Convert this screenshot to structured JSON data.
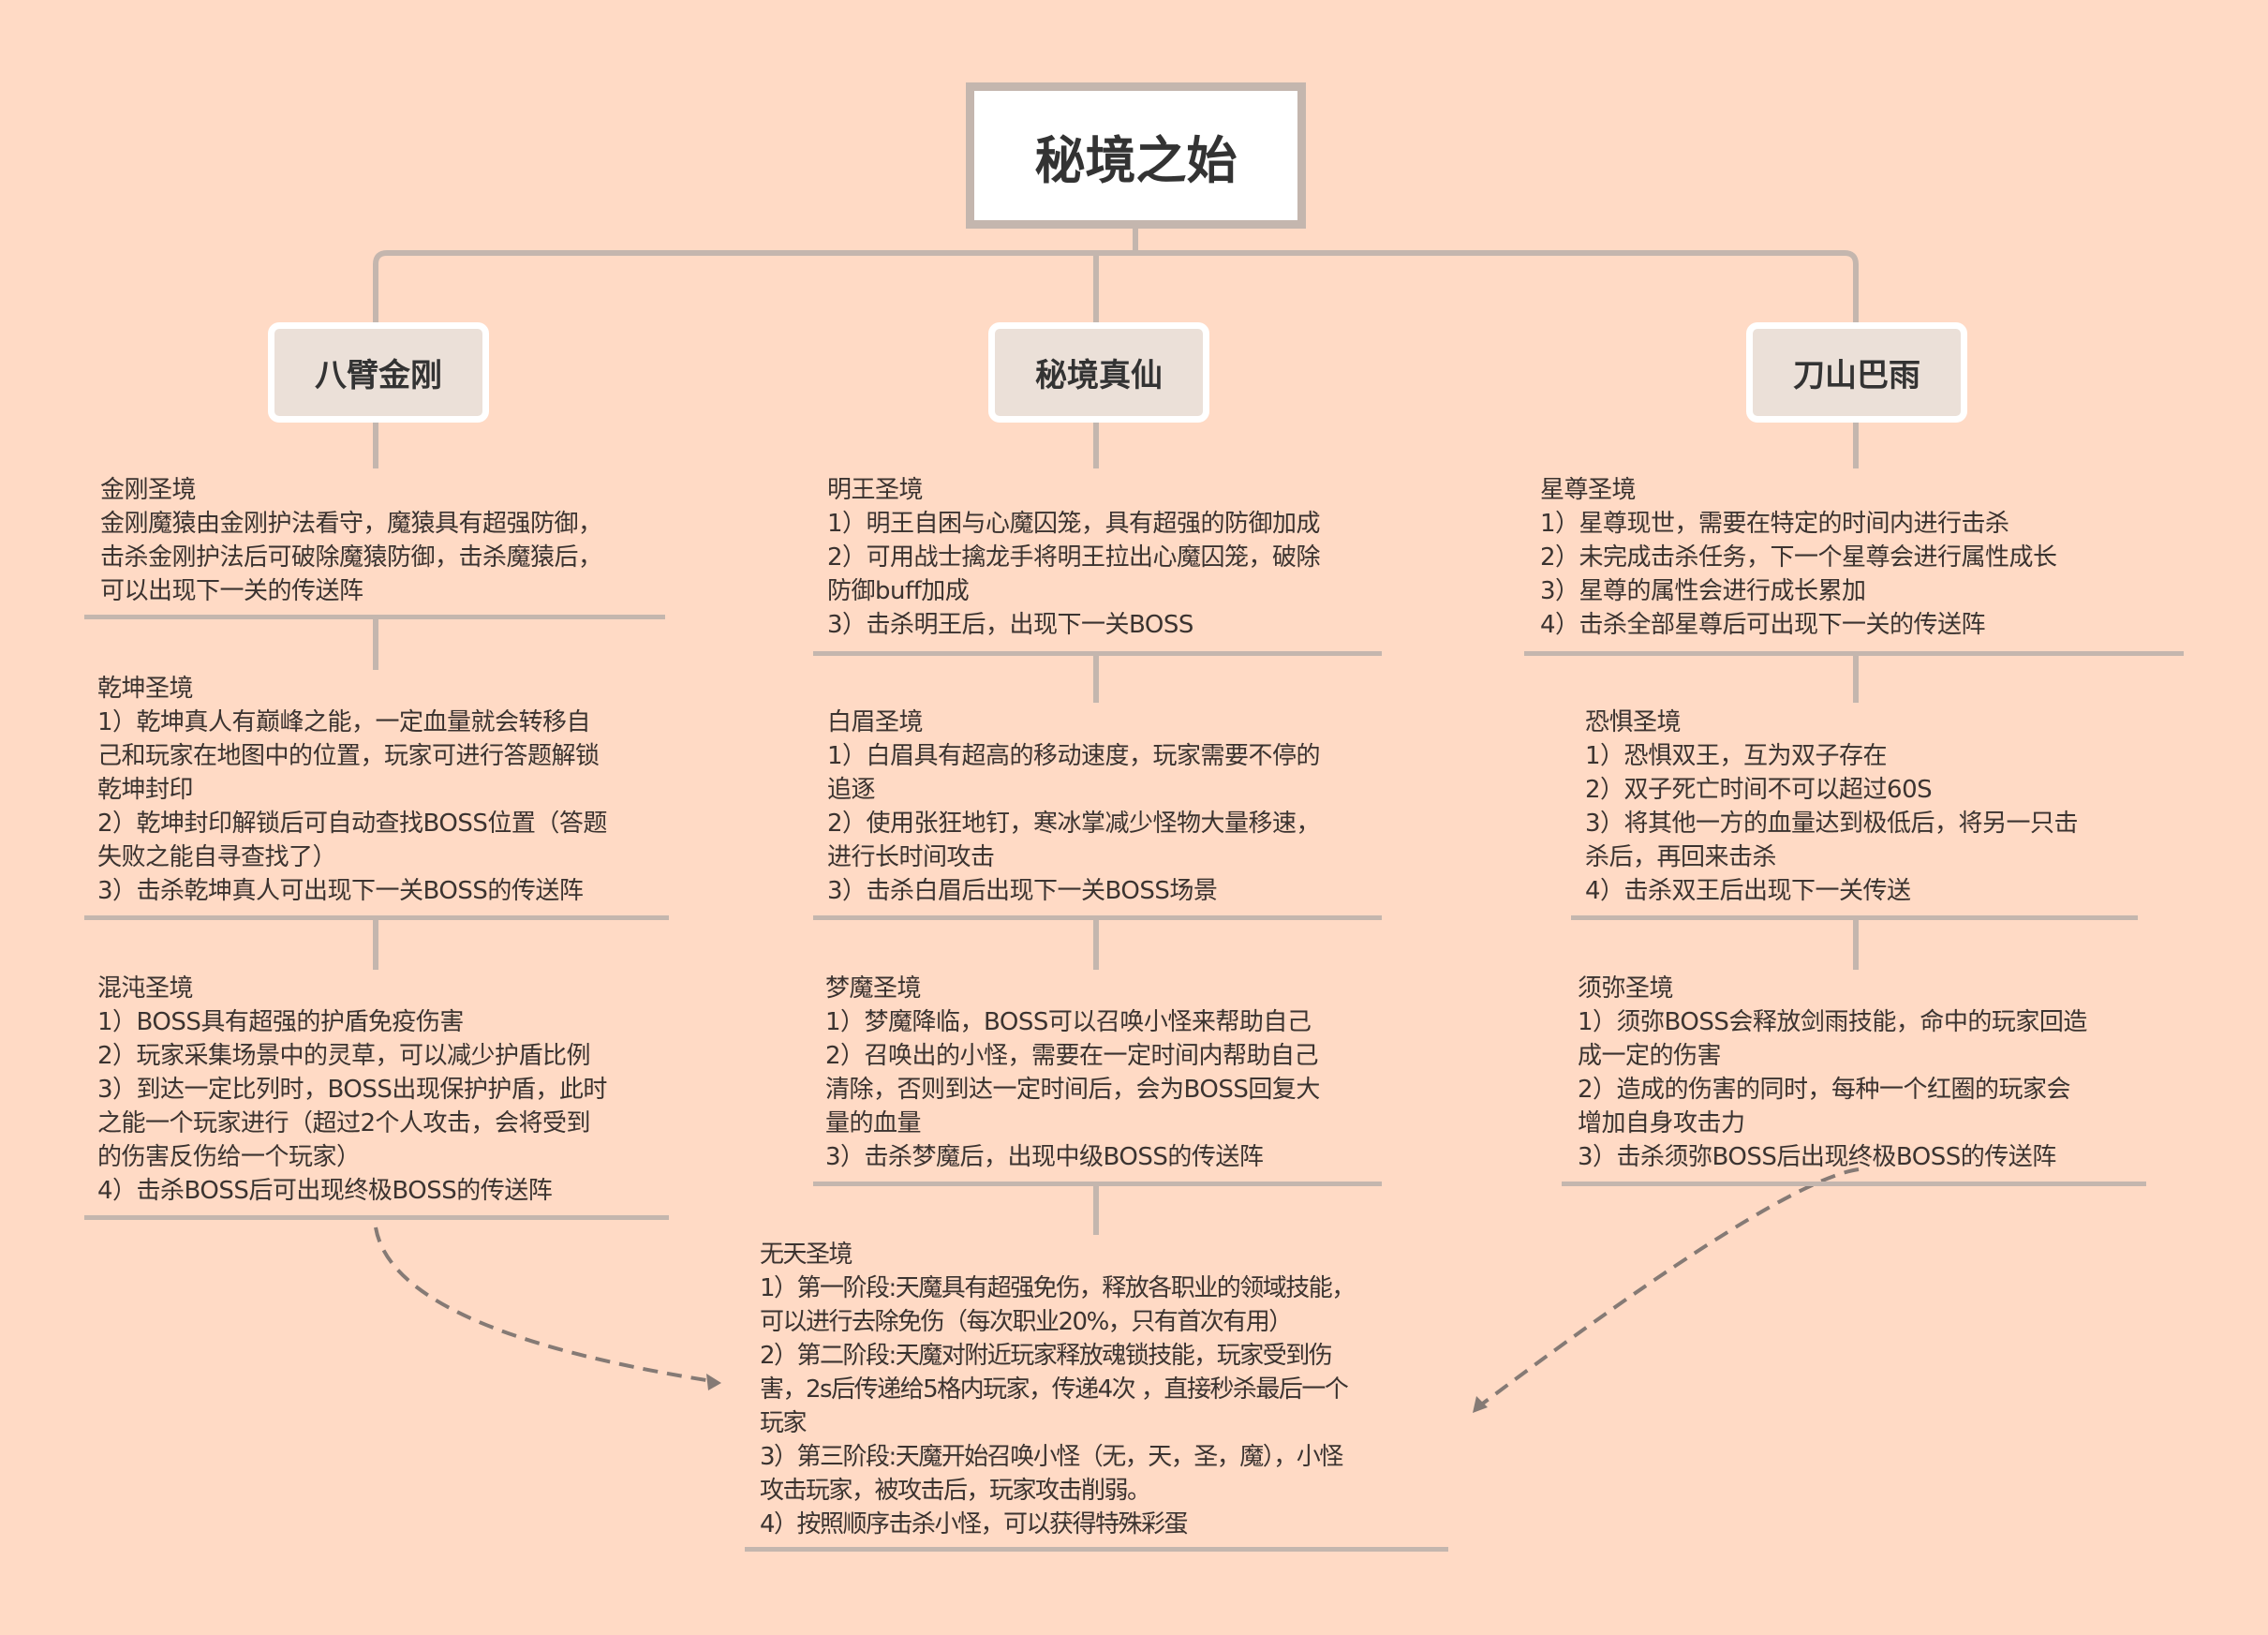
{
  "root": {
    "title": "秘境之始"
  },
  "branches": [
    {
      "title": "八臂金刚"
    },
    {
      "title": "秘境真仙"
    },
    {
      "title": "刀山巴雨"
    }
  ],
  "blocks": {
    "jingang": {
      "title": "金刚圣境",
      "lines": [
        "金刚魔猿由金刚护法看守，魔猿具有超强防御，",
        "击杀金刚护法后可破除魔猿防御，击杀魔猿后，",
        "可以出现下一关的传送阵"
      ]
    },
    "qiankun": {
      "title": "乾坤圣境",
      "lines": [
        "1）乾坤真人有巅峰之能，一定血量就会转移自",
        "己和玩家在地图中的位置，玩家可进行答题解锁",
        "乾坤封印",
        "2）乾坤封印解锁后可自动查找BOSS位置（答题",
        "失败之能自寻查找了）",
        "3）击杀乾坤真人可出现下一关BOSS的传送阵"
      ]
    },
    "hundun": {
      "title": "混沌圣境",
      "lines": [
        "1）BOSS具有超强的护盾免疫伤害",
        "2）玩家采集场景中的灵草，可以减少护盾比例",
        "3）到达一定比列时，BOSS出现保护护盾，此时",
        "之能一个玩家进行（超过2个人攻击，会将受到",
        "的伤害反伤给一个玩家）",
        "4）击杀BOSS后可出现终极BOSS的传送阵"
      ]
    },
    "mingwang": {
      "title": "明王圣境",
      "lines": [
        "1）明王自困与心魔囚笼，具有超强的防御加成",
        "2）可用战士擒龙手将明王拉出心魔囚笼，破除",
        "防御buff加成",
        "3）击杀明王后，出现下一关BOSS"
      ]
    },
    "baimei": {
      "title": "白眉圣境",
      "lines": [
        "1）白眉具有超高的移动速度，玩家需要不停的",
        "追逐",
        "2）使用张狂地钉，寒冰掌减少怪物大量移速，",
        "进行长时间攻击",
        "3）击杀白眉后出现下一关BOSS场景"
      ]
    },
    "mengmo": {
      "title": "梦魔圣境",
      "lines": [
        "1）梦魔降临，BOSS可以召唤小怪来帮助自己",
        "2）召唤出的小怪，需要在一定时间内帮助自己",
        "清除，否则到达一定时间后，会为BOSS回复大",
        "量的血量",
        "3）击杀梦魔后，出现中级BOSS的传送阵"
      ]
    },
    "xingzun": {
      "title": "星尊圣境",
      "lines": [
        "1）星尊现世，需要在特定的时间内进行击杀",
        "2）未完成击杀任务，下一个星尊会进行属性成长",
        "3）星尊的属性会进行成长累加",
        "4）击杀全部星尊后可出现下一关的传送阵"
      ]
    },
    "kongju": {
      "title": "恐惧圣境",
      "lines": [
        "1）恐惧双王，互为双子存在",
        "2）双子死亡时间不可以超过60S",
        "3）将其他一方的血量达到极低后，将另一只击",
        "杀后，再回来击杀",
        "4）击杀双王后出现下一关传送"
      ]
    },
    "xumi": {
      "title": "须弥圣境",
      "lines": [
        "1）须弥BOSS会释放剑雨技能，命中的玩家回造",
        "成一定的伤害",
        "2）造成的伤害的同时，每种一个红圈的玩家会",
        "增加自身攻击力",
        "3）击杀须弥BOSS后出现终极BOSS的传送阵"
      ]
    },
    "wutian": {
      "title": "无天圣境",
      "lines": [
        "1）第一阶段:天魔具有超强免伤，释放各职业的领域技能，",
        "可以进行去除免伤（每次职业20%，只有首次有用）",
        "2）第二阶段:天魔对附近玩家释放魂锁技能，玩家受到伤",
        "害，2s后传递给5格内玩家，传递4次 ，直接秒杀最后一个",
        "玩家",
        "3）第三阶段:天魔开始召唤小怪（无，天，圣，魔），小怪",
        "攻击玩家，被攻击后，玩家攻击削弱。",
        "4）按照顺序击杀小怪，可以获得特殊彩蛋"
      ]
    }
  },
  "colors": {
    "background": "#ffdac5",
    "connector": "#c4b6ae",
    "box_fill": "#ebe0d8",
    "dashed": "#8a7f7a"
  }
}
